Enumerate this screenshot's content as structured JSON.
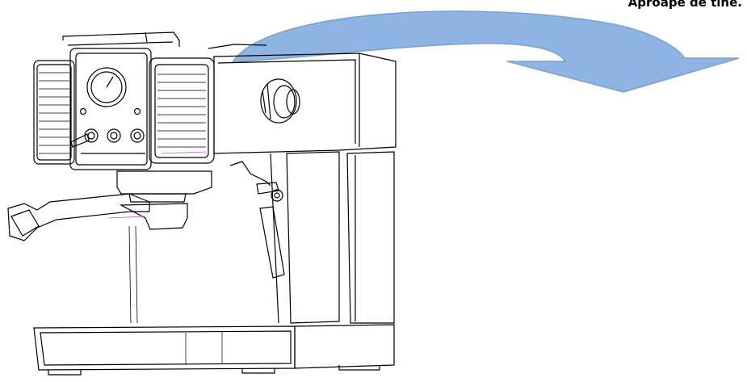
{
  "caption": "Aproape de tine.",
  "colors": {
    "arrow_fill": "#8eb4e3",
    "arrow_stroke": "#7ea0c8",
    "line": "#000000",
    "accent_line": "#b050c8"
  },
  "arrow": {
    "direction": "right-down"
  },
  "illustration": {
    "subject": "espresso-machine-line-drawing",
    "parts": [
      "pressure-gauge",
      "control-knob",
      "portafilter-handle",
      "steam-wand",
      "drip-tray",
      "water-tank"
    ]
  }
}
